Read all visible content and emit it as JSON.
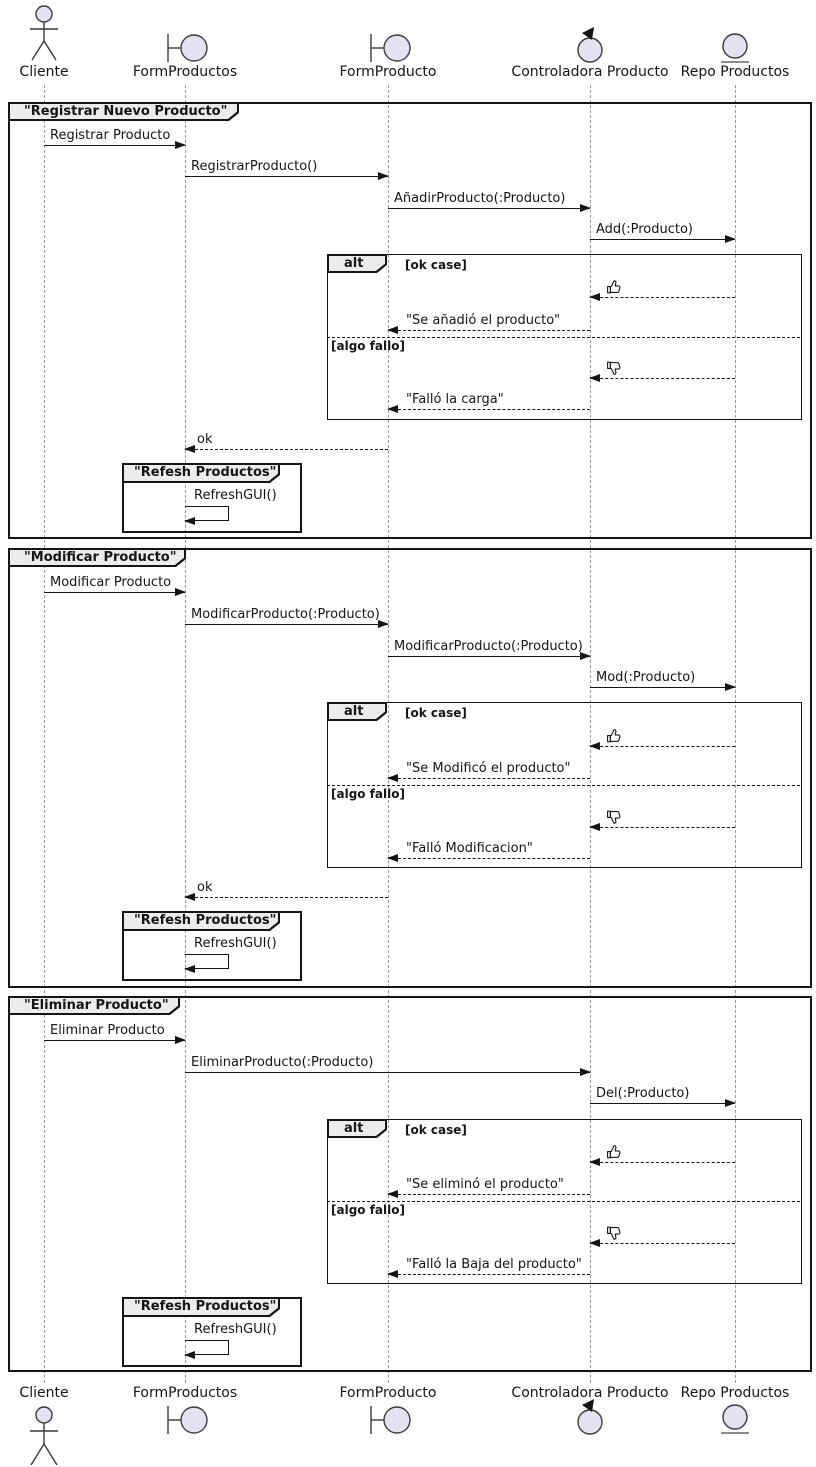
{
  "colors": {
    "background": "#FFFFFF",
    "participant_fill": "#E2E2F0",
    "header_fill": "#ECECEC",
    "line": "#151515",
    "lifeline": "#999999"
  },
  "participants": [
    {
      "name": "Cliente",
      "icon": "actor-icon"
    },
    {
      "name": "FormProductos",
      "icon": "boundary-icon"
    },
    {
      "name": "FormProducto",
      "icon": "boundary-icon"
    },
    {
      "name": "Controladora Producto",
      "icon": "control-icon"
    },
    {
      "name": "Repo Productos",
      "icon": "entity-icon"
    }
  ],
  "frames": [
    {
      "title": "\"Registrar Nuevo Producto\"",
      "messages": [
        "Registrar Producto",
        "RegistrarProducto()",
        "AñadirProducto(:Producto)",
        "Add(:Producto)"
      ],
      "alt": {
        "label": "alt",
        "ok_guard": "[ok case]",
        "ok_icon": "thumbs-up",
        "ok_reply": "\"Se añadió el producto\"",
        "fail_guard": "[algo fallo]",
        "fail_icon": "thumbs-down",
        "fail_reply": "\"Falló la carga\""
      },
      "return": "ok",
      "group": {
        "title": "\"Refesh Productos\"",
        "message": "RefreshGUI()"
      }
    },
    {
      "title": "\"Modificar Producto\"",
      "messages": [
        "Modificar Producto",
        "ModificarProducto(:Producto)",
        "ModificarProducto(:Producto)",
        "Mod(:Producto)"
      ],
      "alt": {
        "label": "alt",
        "ok_guard": "[ok case]",
        "ok_icon": "thumbs-up",
        "ok_reply": "\"Se Modificó el producto\"",
        "fail_guard": "[algo fallo]",
        "fail_icon": "thumbs-down",
        "fail_reply": "\"Falló Modificacion\""
      },
      "return": "ok",
      "group": {
        "title": "\"Refesh Productos\"",
        "message": "RefreshGUI()"
      }
    },
    {
      "title": "\"Eliminar Producto\"",
      "messages": [
        "Eliminar Producto",
        "EliminarProducto(:Producto)",
        "Del(:Producto)"
      ],
      "alt": {
        "label": "alt",
        "ok_guard": "[ok case]",
        "ok_icon": "thumbs-up",
        "ok_reply": "\"Se eliminó el producto\"",
        "fail_guard": "[algo fallo]",
        "fail_icon": "thumbs-down",
        "fail_reply": "\"Falló la Baja del producto\""
      },
      "group": {
        "title": "\"Refesh Productos\"",
        "message": "RefreshGUI()"
      }
    }
  ]
}
